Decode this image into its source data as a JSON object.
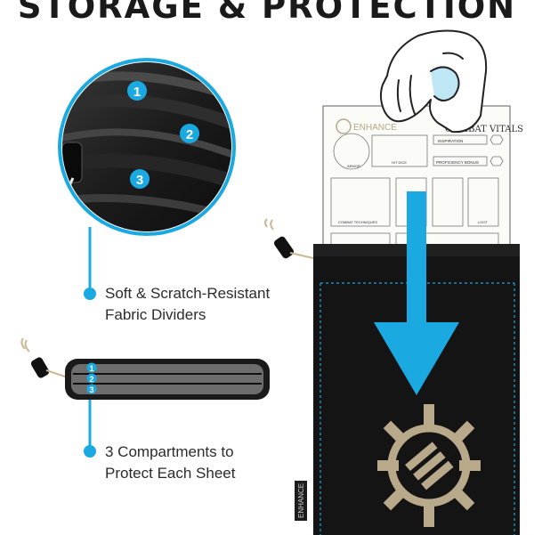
{
  "heading": "STORAGE & PROTECTION",
  "callouts": [
    {
      "line1": "Soft & Scratch-Resistant",
      "line2": "Fabric Dividers"
    },
    {
      "line1": "3 Compartments to",
      "line2": "Protect Each Sheet"
    }
  ],
  "badges": [
    "1",
    "2",
    "3"
  ],
  "sheet": {
    "brand": "ENHANCE",
    "title": "COMBAT VITALS",
    "field_inspiration": "INSPIRATION",
    "field_proficiency": "PROFICIENCY BONUS",
    "label_small_1": "ARMOR",
    "label_small_2": "HIT DICE",
    "label_small_3": "COMBAT TECHNIQUES",
    "label_small_4": "LOOT"
  },
  "pouch_label": "ENHANCE",
  "colors": {
    "accent": "#1ba9e1",
    "pouch": "#141414",
    "emblem": "#b7a98a"
  }
}
